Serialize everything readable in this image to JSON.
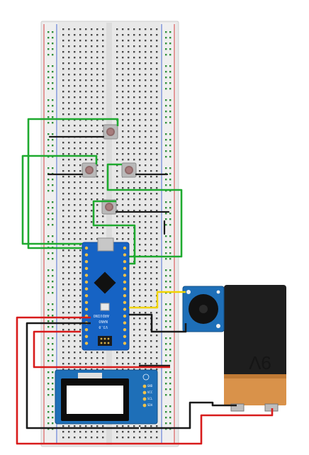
{
  "battery": {
    "label": "9V"
  },
  "arduino": {
    "model": "NANO",
    "version": "V3.0",
    "brand": "ARDUINO"
  },
  "oled_module": {
    "pin_labels": [
      "GND",
      "VCC",
      "SCL",
      "SDA"
    ]
  },
  "colors": {
    "wire_green": "#1eaa2f",
    "wire_red": "#d81b1b",
    "wire_black": "#1a1a1a",
    "wire_yellow": "#f1d400",
    "board_blue": "#1663c4",
    "battery_body": "#1e1e1e",
    "battery_copper": "#d9924a",
    "breadboard": "#ececec",
    "rail_red": "#d44040",
    "rail_blue": "#4a6ad0"
  }
}
